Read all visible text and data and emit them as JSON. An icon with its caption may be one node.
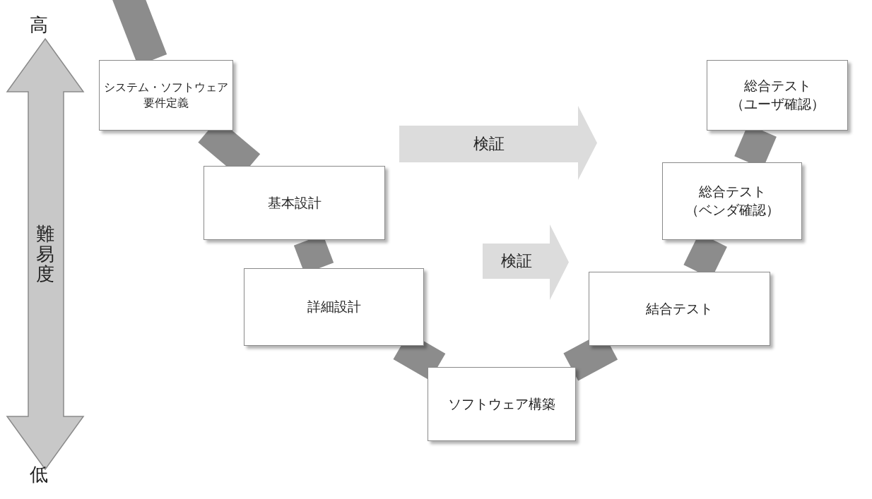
{
  "diagram": {
    "nodes": [
      {
        "text": [
          "難易度"
        ],
        "beside": [
          "高",
          "低"
        ]
      },
      {
        "text": [
          "システム・ソフトウェア要件定義"
        ]
      },
      {
        "text": [
          "基本設計"
        ]
      },
      {
        "text": [
          "詳細設計"
        ]
      },
      {
        "text": [
          "ソフトウェア構築"
        ]
      },
      {
        "text": [
          "結合テスト"
        ]
      },
      {
        "text": [
          "総合テスト（ベンダ確認）"
        ]
      },
      {
        "text": [
          "総合テスト（ユーザ確認）"
        ]
      },
      {
        "text": [
          "検証"
        ]
      },
      {
        "text": [
          "検証"
        ]
      }
    ],
    "edges": [
      {
        "from": null,
        "to": 1,
        "arrow": "none"
      },
      {
        "from": 1,
        "to": 2,
        "arrow": "none"
      },
      {
        "from": 2,
        "to": 3,
        "arrow": "none"
      },
      {
        "from": 3,
        "to": 4,
        "arrow": "none"
      },
      {
        "from": 4,
        "to": 5,
        "arrow": "none"
      },
      {
        "from": 5,
        "to": 6,
        "arrow": "none"
      },
      {
        "from": 6,
        "to": 7,
        "arrow": "none"
      }
    ]
  }
}
